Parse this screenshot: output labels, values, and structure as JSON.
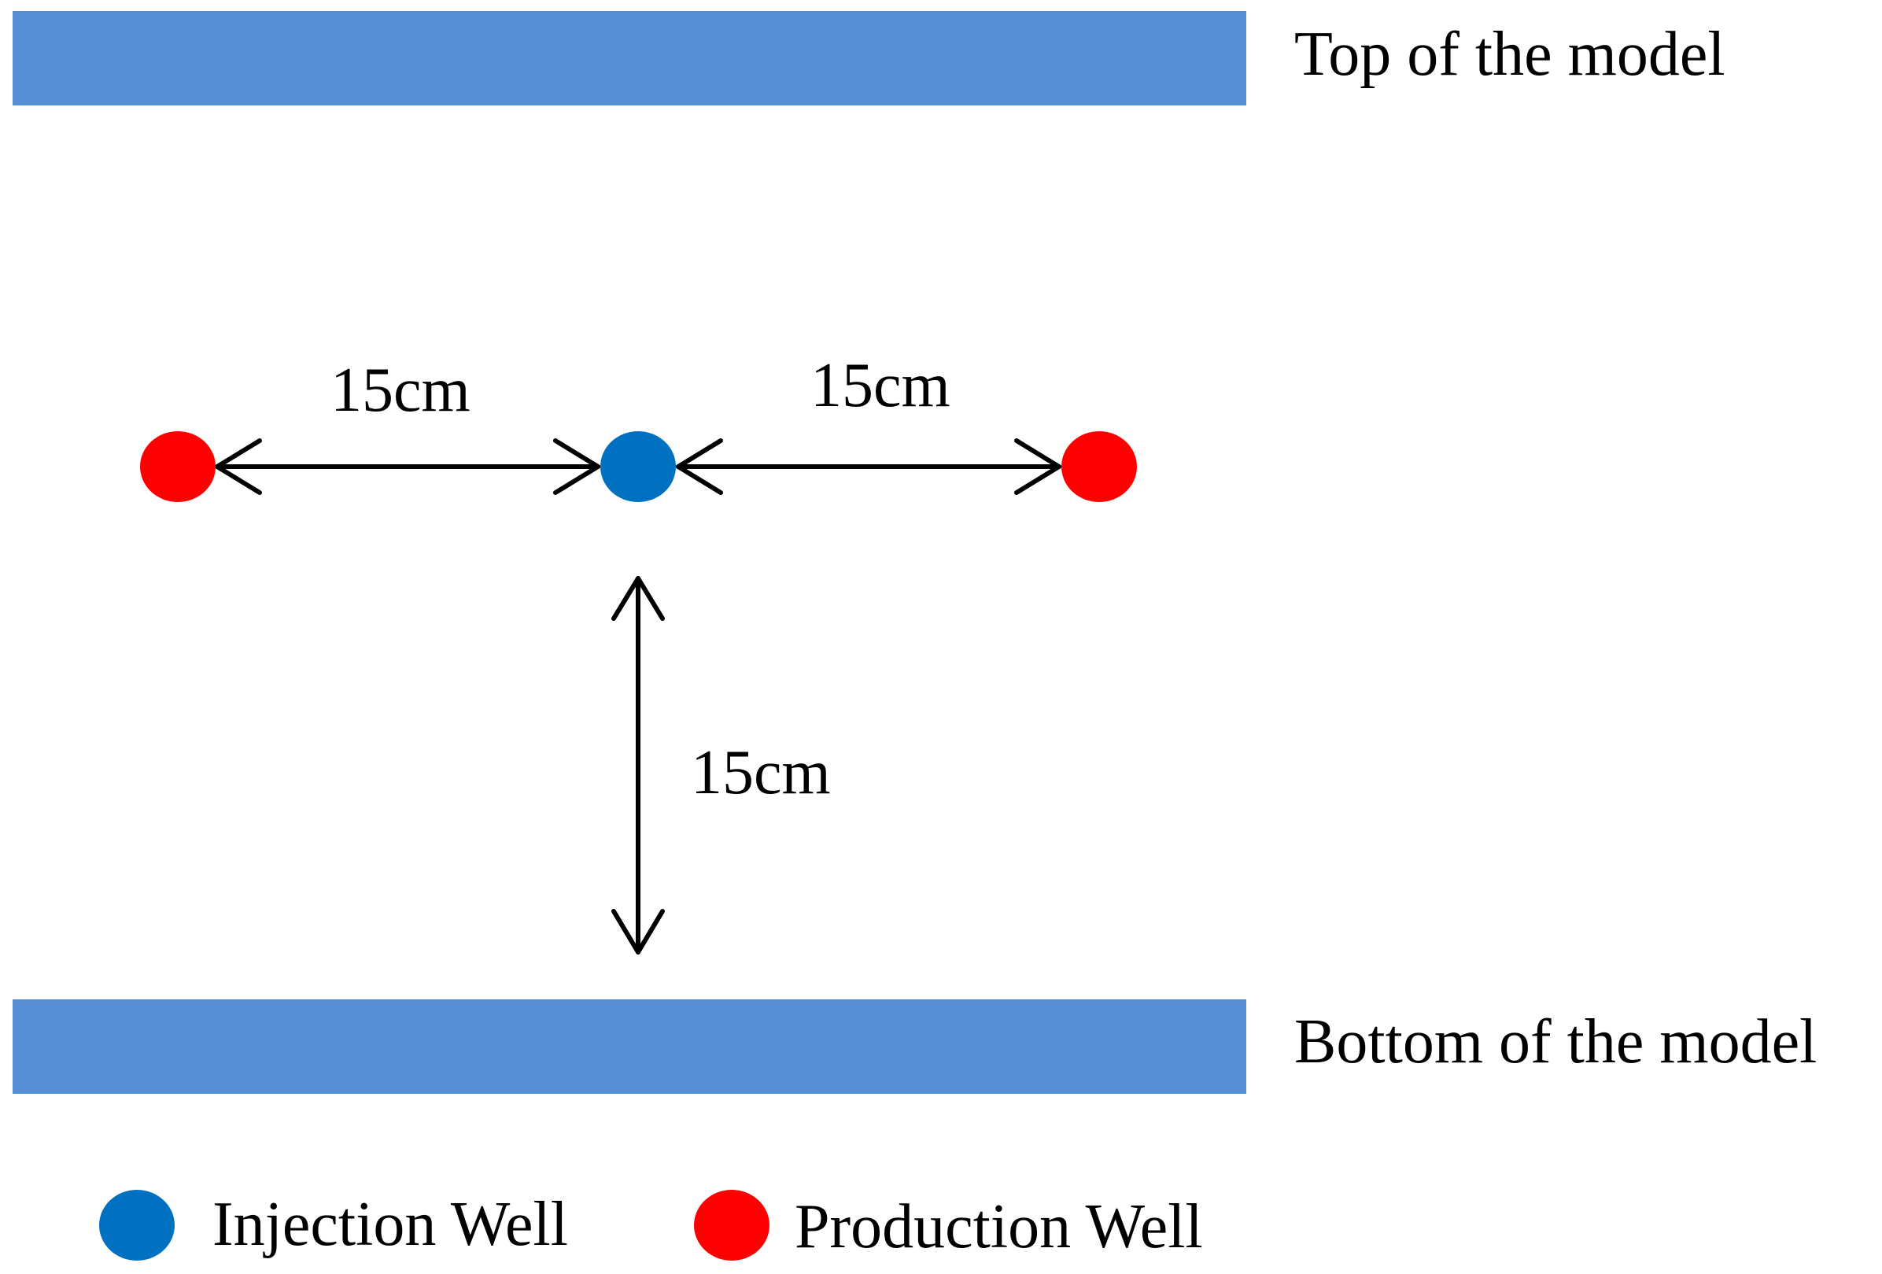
{
  "boundaries": {
    "top_label": "Top of the model",
    "bottom_label": "Bottom of the model",
    "color": "#578fd6"
  },
  "wells": {
    "injection_color": "#0070c0",
    "production_color": "#ff0000"
  },
  "spacing": {
    "left_label": "15cm",
    "right_label": "15cm",
    "vertical_label": "15cm"
  },
  "legend": {
    "injection_label": "Injection Well",
    "production_label": "Production Well"
  }
}
